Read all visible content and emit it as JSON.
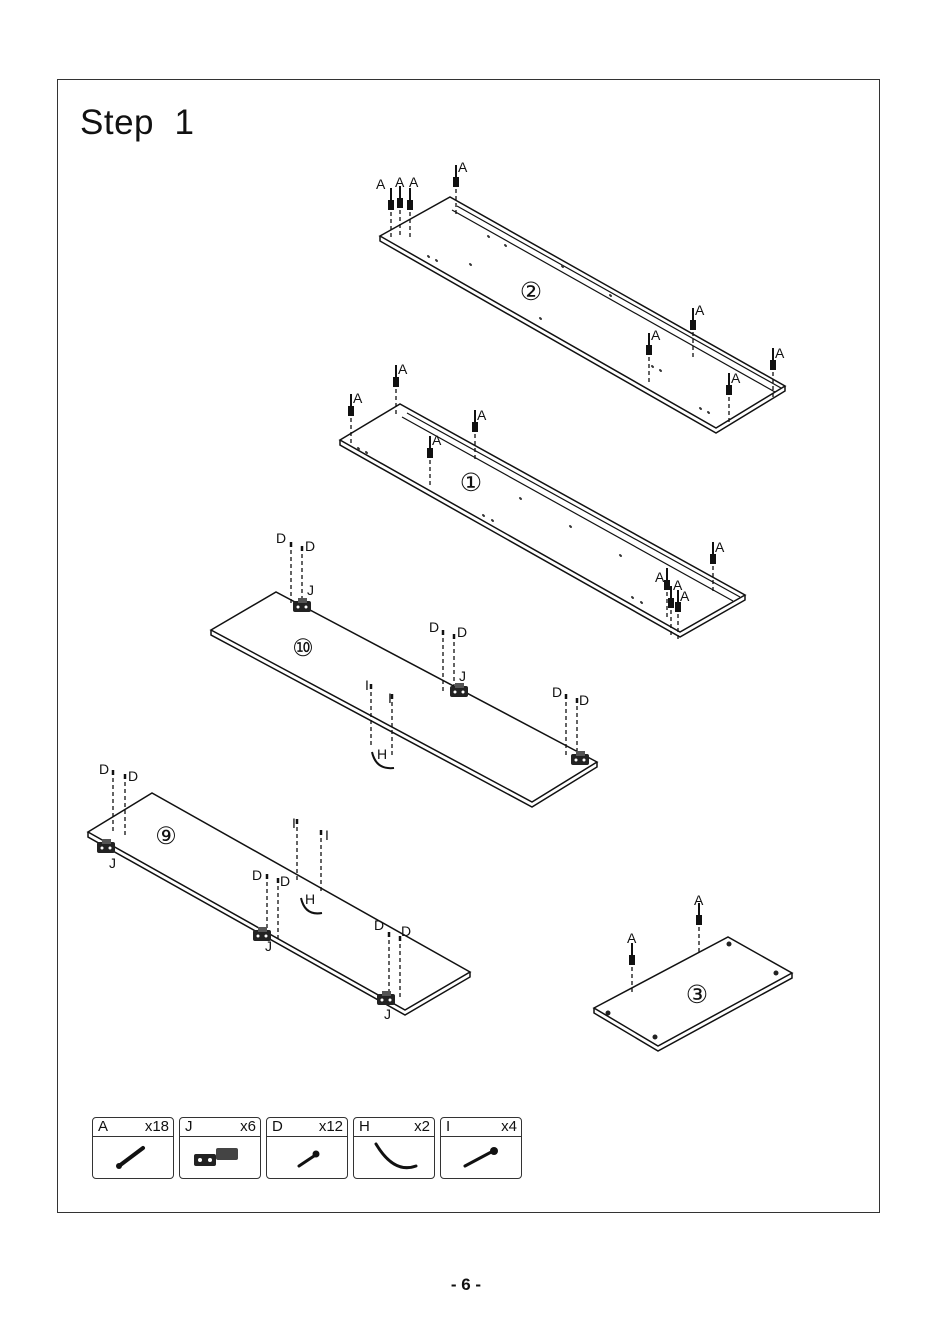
{
  "step": {
    "label": "Step",
    "number": "1",
    "title": "Step  1"
  },
  "panels": [
    {
      "id": "panel-2",
      "label": "②"
    },
    {
      "id": "panel-1",
      "label": "①"
    },
    {
      "id": "panel-10",
      "label": "⑩"
    },
    {
      "id": "panel-9",
      "label": "⑨"
    },
    {
      "id": "panel-3",
      "label": "③"
    }
  ],
  "callouts": {
    "cam_bolt": "A",
    "screw": "D",
    "hinge": "J",
    "handle": "H",
    "handle_screw": "I"
  },
  "parts": [
    {
      "letter": "A",
      "qty": "x18",
      "icon": "cam-bolt-icon"
    },
    {
      "letter": "J",
      "qty": "x6",
      "icon": "hinge-icon"
    },
    {
      "letter": "D",
      "qty": "x12",
      "icon": "screw-icon"
    },
    {
      "letter": "H",
      "qty": "x2",
      "icon": "handle-icon"
    },
    {
      "letter": "I",
      "qty": "x4",
      "icon": "long-screw-icon"
    }
  ],
  "page_number": "- 6 -"
}
